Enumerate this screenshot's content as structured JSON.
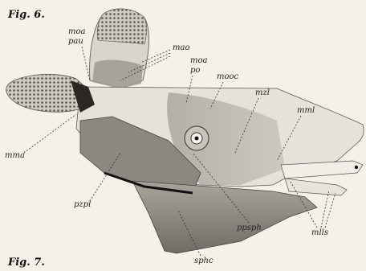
{
  "figure_top": "Fig. 6.",
  "figure_bottom": "Fig. 7.",
  "labels": {
    "moa_pau": [
      "moa",
      "pau"
    ],
    "mao": "mao",
    "moa_po": [
      "moa",
      "po"
    ],
    "mooc": "mooc",
    "mzl": "mzl",
    "mml": "mml",
    "mma": "mma",
    "pzpl": "pzpl",
    "ppsph": "ppsph",
    "mlls": "mlls",
    "sphc": "sphc"
  }
}
